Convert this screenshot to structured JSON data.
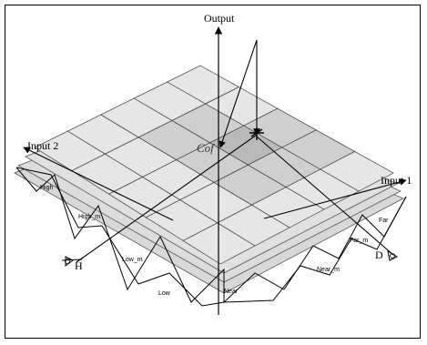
{
  "labels": {
    "output": "Output",
    "input1": "Input 1",
    "input2": "Input 2",
    "cof": "Cof",
    "h_marker": "H",
    "d_marker": "D"
  },
  "input2_mfs": [
    "High",
    "High_m",
    "Low_m",
    "Low"
  ],
  "input1_mfs": [
    "Near",
    "Near_m",
    "Far_m",
    "Far"
  ],
  "colors": {
    "surface_light": "#e6e6e6",
    "surface_mid": "#cfcfcf",
    "surface_dark": "#b9b9b9",
    "edge": "#3c3c3c",
    "lines": "#000000"
  }
}
